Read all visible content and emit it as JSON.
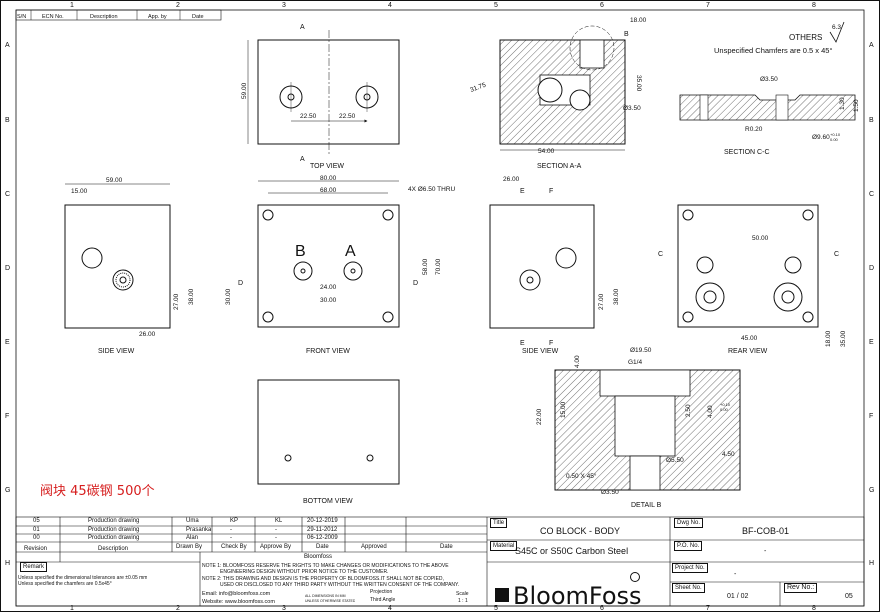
{
  "grid": {
    "cols": [
      "1",
      "2",
      "3",
      "4",
      "5",
      "6",
      "7",
      "8"
    ],
    "rows": [
      "A",
      "B",
      "C",
      "D",
      "E",
      "F",
      "G",
      "H"
    ]
  },
  "revision_header": {
    "sn": "S/N",
    "ecn": "ECN No.",
    "desc": "Description",
    "app": "App. by",
    "date": "Date"
  },
  "views": {
    "top": "TOP VIEW",
    "side": "SIDE VIEW",
    "front": "FRONT VIEW",
    "side2": "SIDE VIEW",
    "rear": "REAR VIEW",
    "bottom": "BOTTOM VIEW",
    "sec_aa": "SECTION A-A",
    "sec_cc": "SECTION C-C",
    "detail_b": "DETAIL B"
  },
  "notes": {
    "others": "OTHERS",
    "surface": "6.3",
    "chamfer": "Unspecified Chamfers are 0.5 x 45°",
    "chinese": "阀块 45碳钢  500个"
  },
  "dims": {
    "top_h": "59.00",
    "top_a": "22.50",
    "top_b": "22.50",
    "sec_w": "54.00",
    "sec_h": "35.00",
    "sec_top": "18.00",
    "sec_ang": "31.75",
    "sec_d": "Ø3.50",
    "side_w": "59.00",
    "side_a": "15.00",
    "side_b": "26.00",
    "side_c": "27.00",
    "side_d": "38.00",
    "front_w": "80.00",
    "front_w2": "68.00",
    "front_h": "58.00",
    "front_h2": "70.00",
    "front_a": "24.00",
    "front_b": "30.00",
    "front_c": "30.00",
    "front_hole": "4X Ø6.50 THRU",
    "s2_a": "26.00",
    "s2_b": "27.00",
    "s2_c": "38.00",
    "rear_a": "50.00",
    "rear_b": "45.00",
    "rear_c": "18.00",
    "rear_d": "35.00",
    "cc_a": "Ø3.50",
    "cc_b": "R0.20",
    "cc_c": "Ø9.60",
    "cc_tol1": "+0.10",
    "cc_tol2": "0.00",
    "cc_e": "1.30",
    "cc_f": "1.50",
    "db_a": "Ø19.50",
    "db_b": "G1/4",
    "db_c": "4.00",
    "db_d": "22.00",
    "db_e": "15.00",
    "db_f": "2.50",
    "db_g": "4.00",
    "db_h": "Ø5.50",
    "db_i": "4.50",
    "db_j": "0.50 X 45°",
    "db_k": "Ø3.50",
    "db_tol1": "+0.10",
    "db_tol2": "0.00"
  },
  "letters": {
    "a": "A",
    "b": "B",
    "c": "C",
    "d": "D",
    "e": "E",
    "f": "F"
  },
  "rev_rows": [
    {
      "rev": "05",
      "desc": "Production drawing",
      "by": "Uma",
      "chk": "KP",
      "app": "KL",
      "date": "20-12-2019"
    },
    {
      "rev": "01",
      "desc": "Production drawing",
      "by": "Prasanka",
      "chk": "-",
      "app": "-",
      "date": "29-11-2012"
    },
    {
      "rev": "00",
      "desc": "Production drawing",
      "by": "Alan",
      "chk": "-",
      "app": "-",
      "date": "06-12-2009"
    }
  ],
  "tb": {
    "revision": "Revision",
    "description": "Description",
    "drawn": "Drawn By",
    "check": "Check By",
    "approve": "Approve By",
    "date": "Date",
    "approved": "Approved",
    "date2": "Date",
    "company": "Bloomfoss",
    "remark": "Remark",
    "tol1": "Unless specified the dimensional tolerances are ±0.05 mm",
    "tol2": "Unless specified the chamfers are 0.5x45°",
    "note1": "NOTE 1: BLOOMFOSS RESERVE THE RIGHTS TO MAKE CHANGES OR MODIFICATIONS  TO THE ABOVE",
    "note1b": "ENGINEERING DESIGN WITHOUT PRIOR NOTICE TO THE CUSTOMER.",
    "note2": "NOTE 2: THIS DRAWING AND DESIGN IS THE PROPERTY OF BLOOMFOSS.IT SHALL NOT BE COPIED,",
    "note2b": "USED OR DISCLOSED TO ANY THIRD PARTY WITHOUT THE WRITTEN CONSENT OF THE COMPANY.",
    "email": "Email: info@bloomfoss.com",
    "website": "Website: www.bloomfoss.com",
    "dims_note": "ALL DIMENSIONS IN MM",
    "unless": "UNLESS OTHERWISE STATED",
    "projection": "Projection",
    "third": "Third Angle",
    "scale": "Scale",
    "scale_val": "1 : 1",
    "title_l": "Title",
    "title": "CO BLOCK - BODY",
    "material_l": "Material",
    "material": "S45C or S50C Carbon Steel",
    "dwg_l": "Dwg No.",
    "dwg": "BF-COB-01",
    "po_l": "P.O. No.",
    "po": "-",
    "proj_l": "Project No.",
    "proj": "-",
    "sheet_l": "Sheet No.",
    "sheet": "01 / 02",
    "revno_l": "Rev No.:",
    "revno": "05",
    "logo": "BloomFoss"
  }
}
